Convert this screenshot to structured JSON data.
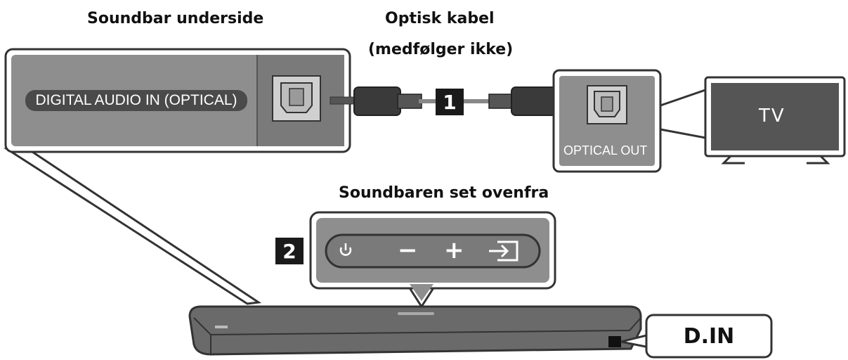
{
  "labels": {
    "soundbar_underside": "Soundbar underside",
    "optical_cable_line1": "Optisk kabel",
    "optical_cable_line2": "(medfølger ikke)",
    "soundbar_top_view": "Soundbaren set ovenfra",
    "digital_audio_in": "DIGITAL AUDIO IN (OPTICAL)",
    "optical_out": "OPTICAL OUT",
    "tv": "TV",
    "d_in": "D.IN"
  },
  "steps": {
    "one": "1",
    "two": "2"
  },
  "buttons": {
    "power": "power-icon",
    "volume_down": "−",
    "volume_up": "+",
    "source": "source-icon"
  },
  "colors": {
    "panel_gray": "#8a8a8a",
    "dark_gray": "#4a4a4a",
    "soundbar": "#5a5a5a",
    "step_badge": "#1a1a1a"
  }
}
